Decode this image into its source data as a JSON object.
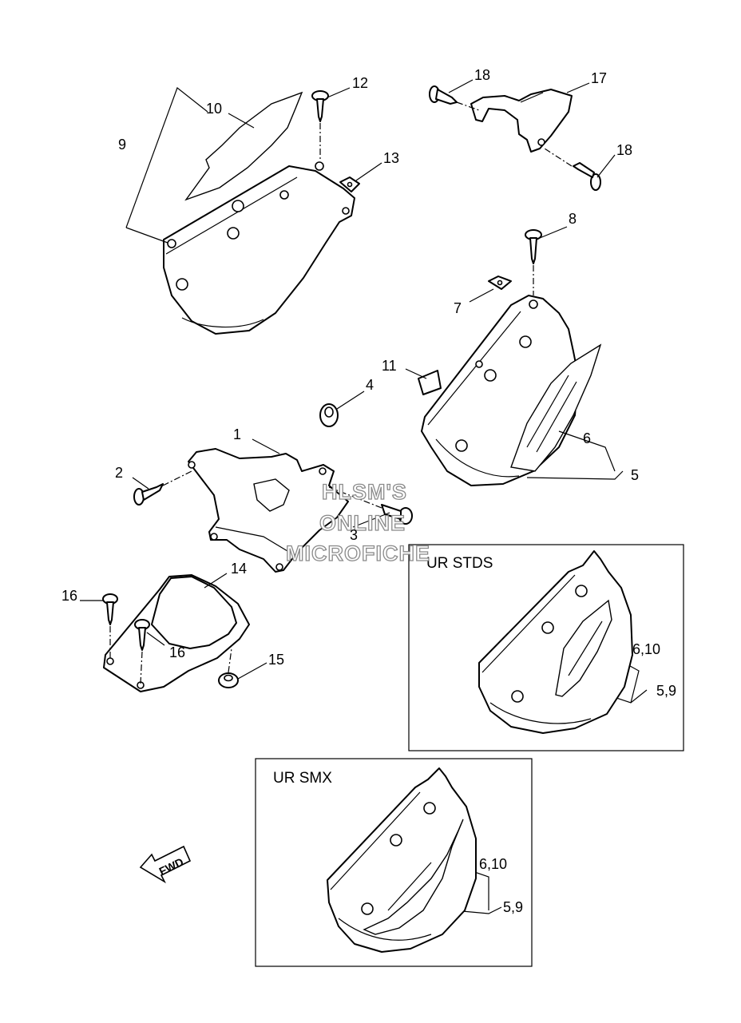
{
  "callouts": {
    "c1": "1",
    "c2": "2",
    "c3": "3",
    "c4": "4",
    "c5": "5",
    "c6": "6",
    "c7": "7",
    "c8": "8",
    "c9": "9",
    "c10": "10",
    "c11": "11",
    "c12": "12",
    "c13": "13",
    "c14": "14",
    "c15": "15",
    "c16a": "16",
    "c16b": "16",
    "c17": "17",
    "c18a": "18",
    "c18b": "18",
    "stds_610": "6,10",
    "stds_59": "5,9",
    "smx_610": "6,10",
    "smx_59": "5,9"
  },
  "insets": {
    "stds_title": "UR STDS",
    "smx_title": "UR SMX"
  },
  "watermark": {
    "line1": "HLSM'S",
    "line2": "ONLINE",
    "line3": "MICROFICHE"
  },
  "fwd_arrow": {
    "label": "FWD",
    "icon": "fwd-arrow-icon"
  }
}
